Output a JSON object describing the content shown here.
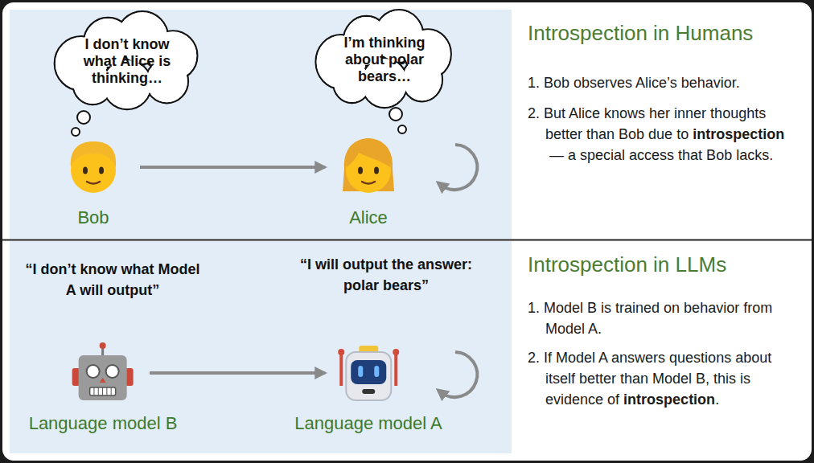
{
  "diagram": {
    "nodes": [
      {
        "text": [
          "I don’t know what Alice is thinking…"
        ]
      },
      {
        "text": [
          "I’m thinking about polar bears…"
        ]
      },
      {
        "text": [
          "Bob"
        ]
      },
      {
        "text": [
          "Alice"
        ]
      },
      {
        "text": [
          "Language model B"
        ]
      },
      {
        "text": [
          "Language model A"
        ]
      }
    ],
    "edges": [
      {
        "from": 2,
        "to": 3,
        "arrow": "to"
      },
      {
        "from": 4,
        "to": 5,
        "arrow": "to"
      }
    ],
    "labels": [
      "Introspection in Humans",
      "1. Bob observes Alice’s behavior.",
      "2. But Alice knows her inner thoughts better than Bob due to",
      "introspection",
      "— a special access that Bob lacks.",
      "“I don’t know what Model A will output”",
      "“I will output the answer: polar bears”",
      "Introspection in LLMs",
      "1. Model B is trained on behavior from Model A.",
      "2. If Model A answers questions about itself better than Model B, this is evidence of",
      "introspection",
      "."
    ]
  }
}
